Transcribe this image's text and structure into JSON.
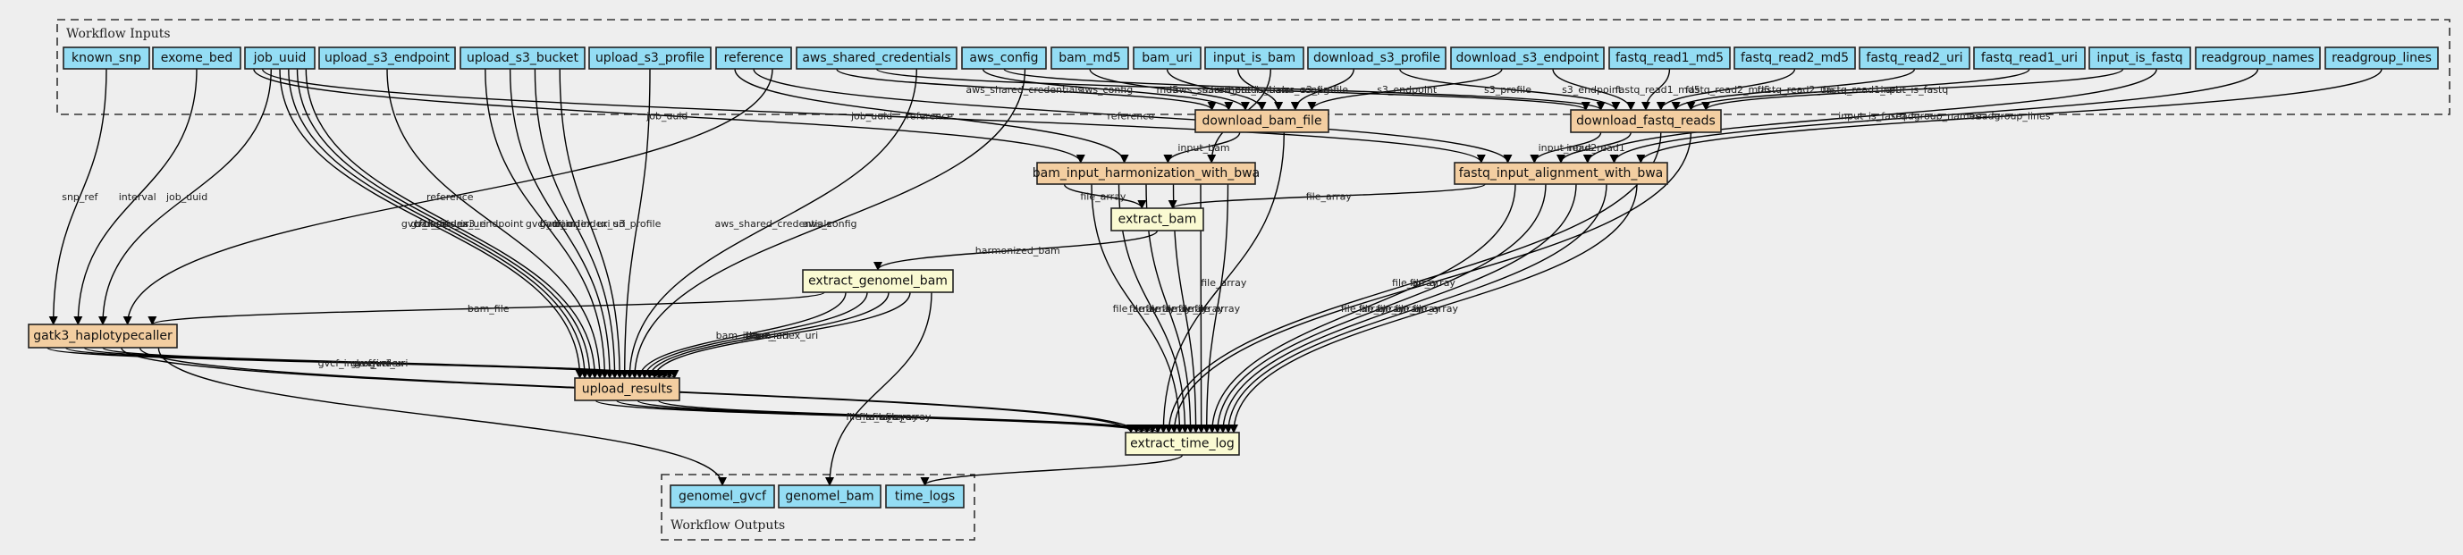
{
  "graph": {
    "type": "workflow-dag",
    "clusters": [
      {
        "id": "inputs",
        "label": "Workflow Inputs"
      },
      {
        "id": "outputs",
        "label": "Workflow Outputs"
      }
    ],
    "colors": {
      "input": "#94ddf4",
      "output": "#94ddf4",
      "step": "#f3cea1",
      "tool": "#fafad2",
      "background": "#eeeeee"
    },
    "nodes": [
      {
        "id": "known_snp",
        "label": "known_snp",
        "kind": "input"
      },
      {
        "id": "exome_bed",
        "label": "exome_bed",
        "kind": "input"
      },
      {
        "id": "job_uuid",
        "label": "job_uuid",
        "kind": "input"
      },
      {
        "id": "upload_s3_endpoint",
        "label": "upload_s3_endpoint",
        "kind": "input"
      },
      {
        "id": "upload_s3_bucket",
        "label": "upload_s3_bucket",
        "kind": "input"
      },
      {
        "id": "upload_s3_profile",
        "label": "upload_s3_profile",
        "kind": "input"
      },
      {
        "id": "reference",
        "label": "reference",
        "kind": "input"
      },
      {
        "id": "aws_shared_credentials",
        "label": "aws_shared_credentials",
        "kind": "input"
      },
      {
        "id": "aws_config",
        "label": "aws_config",
        "kind": "input"
      },
      {
        "id": "bam_md5",
        "label": "bam_md5",
        "kind": "input"
      },
      {
        "id": "bam_uri",
        "label": "bam_uri",
        "kind": "input"
      },
      {
        "id": "input_is_bam",
        "label": "input_is_bam",
        "kind": "input"
      },
      {
        "id": "download_s3_profile",
        "label": "download_s3_profile",
        "kind": "input"
      },
      {
        "id": "download_s3_endpoint",
        "label": "download_s3_endpoint",
        "kind": "input"
      },
      {
        "id": "fastq_read1_md5",
        "label": "fastq_read1_md5",
        "kind": "input"
      },
      {
        "id": "fastq_read2_md5",
        "label": "fastq_read2_md5",
        "kind": "input"
      },
      {
        "id": "fastq_read2_uri",
        "label": "fastq_read2_uri",
        "kind": "input"
      },
      {
        "id": "fastq_read1_uri",
        "label": "fastq_read1_uri",
        "kind": "input"
      },
      {
        "id": "input_is_fastq",
        "label": "input_is_fastq",
        "kind": "input"
      },
      {
        "id": "readgroup_names",
        "label": "readgroup_names",
        "kind": "input"
      },
      {
        "id": "readgroup_lines",
        "label": "readgroup_lines",
        "kind": "input"
      },
      {
        "id": "download_bam_file",
        "label": "download_bam_file",
        "kind": "step"
      },
      {
        "id": "download_fastq_reads",
        "label": "download_fastq_reads",
        "kind": "step"
      },
      {
        "id": "bam_input_harmonization_with_bwa",
        "label": "bam_input_harmonization_with_bwa",
        "kind": "step"
      },
      {
        "id": "fastq_input_alignment_with_bwa",
        "label": "fastq_input_alignment_with_bwa",
        "kind": "step"
      },
      {
        "id": "extract_bam",
        "label": "extract_bam",
        "kind": "tool"
      },
      {
        "id": "extract_genomel_bam",
        "label": "extract_genomel_bam",
        "kind": "tool"
      },
      {
        "id": "gatk3_haplotypecaller",
        "label": "gatk3_haplotypecaller",
        "kind": "step"
      },
      {
        "id": "upload_results",
        "label": "upload_results",
        "kind": "step"
      },
      {
        "id": "extract_time_log",
        "label": "extract_time_log",
        "kind": "tool"
      },
      {
        "id": "genomel_gvcf",
        "label": "genomel_gvcf",
        "kind": "output"
      },
      {
        "id": "genomel_bam",
        "label": "genomel_bam",
        "kind": "output"
      },
      {
        "id": "time_logs",
        "label": "time_logs",
        "kind": "output"
      }
    ],
    "edges": [
      {
        "from": "aws_shared_credentials",
        "to": "download_bam_file",
        "label": "aws_shared_credentials"
      },
      {
        "from": "aws_shared_credentials",
        "to": "download_fastq_reads",
        "label": "aws_shared_credentials"
      },
      {
        "from": "aws_config",
        "to": "download_bam_file",
        "label": "aws_config"
      },
      {
        "from": "bam_md5",
        "to": "download_bam_file",
        "label": "md5"
      },
      {
        "from": "aws_config",
        "to": "download_fastq_reads",
        "label": "aws_config"
      },
      {
        "from": "bam_uri",
        "to": "download_bam_file",
        "label": "s3uri"
      },
      {
        "from": "input_is_bam",
        "to": "download_bam_file",
        "label": "input_is_bam"
      },
      {
        "from": "download_s3_profile",
        "to": "download_bam_file",
        "label": "s3_profile"
      },
      {
        "from": "download_s3_endpoint",
        "to": "download_bam_file",
        "label": "s3_endpoint"
      },
      {
        "from": "download_s3_profile",
        "to": "download_fastq_reads",
        "label": "s3_profile"
      },
      {
        "from": "download_s3_endpoint",
        "to": "download_fastq_reads",
        "label": "s3_endpoint"
      },
      {
        "from": "fastq_read1_md5",
        "to": "download_fastq_reads",
        "label": "fastq_read1_md5"
      },
      {
        "from": "fastq_read2_md5",
        "to": "download_fastq_reads",
        "label": "fastq_read2_md5"
      },
      {
        "from": "fastq_read2_uri",
        "to": "download_fastq_reads",
        "label": "fastq_read2_uri"
      },
      {
        "from": "fastq_read1_uri",
        "to": "download_fastq_reads",
        "label": "fastq_read1_uri"
      },
      {
        "from": "input_is_fastq",
        "to": "download_fastq_reads",
        "label": "input_is_fastq"
      },
      {
        "from": "job_uuid",
        "to": "bam_input_harmonization_with_bwa",
        "label": "job_uuid"
      },
      {
        "from": "reference",
        "to": "bam_input_harmonization_with_bwa",
        "label": "reference"
      },
      {
        "from": "download_bam_file",
        "to": "bam_input_harmonization_with_bwa",
        "label": "input_bam"
      },
      {
        "from": "input_is_bam",
        "to": "bam_input_harmonization_with_bwa",
        "label": "input_is_bam"
      },
      {
        "from": "job_uuid",
        "to": "fastq_input_alignment_with_bwa",
        "label": "job_uuid"
      },
      {
        "from": "reference",
        "to": "fastq_input_alignment_with_bwa",
        "label": "reference"
      },
      {
        "from": "download_fastq_reads",
        "to": "fastq_input_alignment_with_bwa",
        "label": "input_read2"
      },
      {
        "from": "download_fastq_reads",
        "to": "fastq_input_alignment_with_bwa",
        "label": "input_read1"
      },
      {
        "from": "input_is_fastq",
        "to": "fastq_input_alignment_with_bwa",
        "label": "input_is_fastq"
      },
      {
        "from": "readgroup_names",
        "to": "fastq_input_alignment_with_bwa",
        "label": "readgroup_names"
      },
      {
        "from": "readgroup_lines",
        "to": "fastq_input_alignment_with_bwa",
        "label": "readgroup_lines"
      },
      {
        "from": "bam_input_harmonization_with_bwa",
        "to": "extract_bam",
        "label": "file_array"
      },
      {
        "from": "fastq_input_alignment_with_bwa",
        "to": "extract_bam",
        "label": "file_array"
      },
      {
        "from": "extract_bam",
        "to": "extract_genomel_bam",
        "label": "harmonized_bam"
      },
      {
        "from": "known_snp",
        "to": "gatk3_haplotypecaller",
        "label": "snp_ref"
      },
      {
        "from": "exome_bed",
        "to": "gatk3_haplotypecaller",
        "label": "interval"
      },
      {
        "from": "job_uuid",
        "to": "gatk3_haplotypecaller",
        "label": "job_uuid"
      },
      {
        "from": "reference",
        "to": "gatk3_haplotypecaller",
        "label": "reference"
      },
      {
        "from": "extract_genomel_bam",
        "to": "gatk3_haplotypecaller",
        "label": "bam_file"
      },
      {
        "from": "job_uuid",
        "to": "upload_results",
        "label": "gvcf_uri"
      },
      {
        "from": "job_uuid",
        "to": "upload_results",
        "label": "gvcf_index_uri"
      },
      {
        "from": "job_uuid",
        "to": "upload_results",
        "label": "bam_uri"
      },
      {
        "from": "job_uuid",
        "to": "upload_results",
        "label": "bam_index_uri"
      },
      {
        "from": "upload_s3_endpoint",
        "to": "upload_results",
        "label": "s3_endpoint"
      },
      {
        "from": "upload_s3_bucket",
        "to": "upload_results",
        "label": "gvcf_uri"
      },
      {
        "from": "upload_s3_bucket",
        "to": "upload_results",
        "label": "bam_uri"
      },
      {
        "from": "upload_s3_bucket",
        "to": "upload_results",
        "label": "gvcf_index_uri"
      },
      {
        "from": "upload_s3_bucket",
        "to": "upload_results",
        "label": "bam_index_uri"
      },
      {
        "from": "upload_s3_profile",
        "to": "upload_results",
        "label": "s3_profile"
      },
      {
        "from": "aws_shared_credentials",
        "to": "upload_results",
        "label": "aws_shared_credentials"
      },
      {
        "from": "aws_config",
        "to": "upload_results",
        "label": "aws_config"
      },
      {
        "from": "extract_genomel_bam",
        "to": "upload_results",
        "label": "bam_index"
      },
      {
        "from": "extract_genomel_bam",
        "to": "upload_results",
        "label": "bam"
      },
      {
        "from": "extract_genomel_bam",
        "to": "upload_results",
        "label": "bam_uri"
      },
      {
        "from": "extract_genomel_bam",
        "to": "upload_results",
        "label": "bam_index_uri"
      },
      {
        "from": "gatk3_haplotypecaller",
        "to": "upload_results",
        "label": "gvcf_index_uri"
      },
      {
        "from": "gatk3_haplotypecaller",
        "to": "upload_results",
        "label": "gvcf"
      },
      {
        "from": "gatk3_haplotypecaller",
        "to": "upload_results",
        "label": "gvcf_index"
      },
      {
        "from": "gatk3_haplotypecaller",
        "to": "upload_results",
        "label": "gvcf_uri"
      },
      {
        "from": "gatk3_haplotypecaller",
        "to": "extract_time_log",
        "label": "file_array"
      },
      {
        "from": "gatk3_haplotypecaller",
        "to": "extract_time_log",
        "label": "file_array"
      },
      {
        "from": "upload_results",
        "to": "extract_time_log",
        "label": "file_array"
      },
      {
        "from": "upload_results",
        "to": "extract_time_log",
        "label": "file_array"
      },
      {
        "from": "upload_results",
        "to": "extract_time_log",
        "label": "file_array"
      },
      {
        "from": "upload_results",
        "to": "extract_time_log",
        "label": "file_array"
      },
      {
        "from": "download_bam_file",
        "to": "extract_time_log",
        "label": "file_array"
      },
      {
        "from": "download_fastq_reads",
        "to": "extract_time_log",
        "label": "file_array"
      },
      {
        "from": "download_fastq_reads",
        "to": "extract_time_log",
        "label": "file_array"
      },
      {
        "from": "bam_input_harmonization_with_bwa",
        "to": "extract_time_log",
        "label": "file_array"
      },
      {
        "from": "bam_input_harmonization_with_bwa",
        "to": "extract_time_log",
        "label": "file_array"
      },
      {
        "from": "bam_input_harmonization_with_bwa",
        "to": "extract_time_log",
        "label": "file_array"
      },
      {
        "from": "bam_input_harmonization_with_bwa",
        "to": "extract_time_log",
        "label": "file_array"
      },
      {
        "from": "bam_input_harmonization_with_bwa",
        "to": "extract_time_log",
        "label": "file_array"
      },
      {
        "from": "bam_input_harmonization_with_bwa",
        "to": "extract_time_log",
        "label": "file_array"
      },
      {
        "from": "fastq_input_alignment_with_bwa",
        "to": "extract_time_log",
        "label": "file_array"
      },
      {
        "from": "fastq_input_alignment_with_bwa",
        "to": "extract_time_log",
        "label": "file_array"
      },
      {
        "from": "fastq_input_alignment_with_bwa",
        "to": "extract_time_log",
        "label": "file_array"
      },
      {
        "from": "fastq_input_alignment_with_bwa",
        "to": "extract_time_log",
        "label": "file_array"
      },
      {
        "from": "fastq_input_alignment_with_bwa",
        "to": "extract_time_log",
        "label": "file_array"
      },
      {
        "from": "gatk3_haplotypecaller",
        "to": "genomel_gvcf",
        "label": ""
      },
      {
        "from": "extract_genomel_bam",
        "to": "genomel_bam",
        "label": ""
      },
      {
        "from": "extract_time_log",
        "to": "time_logs",
        "label": ""
      }
    ]
  }
}
